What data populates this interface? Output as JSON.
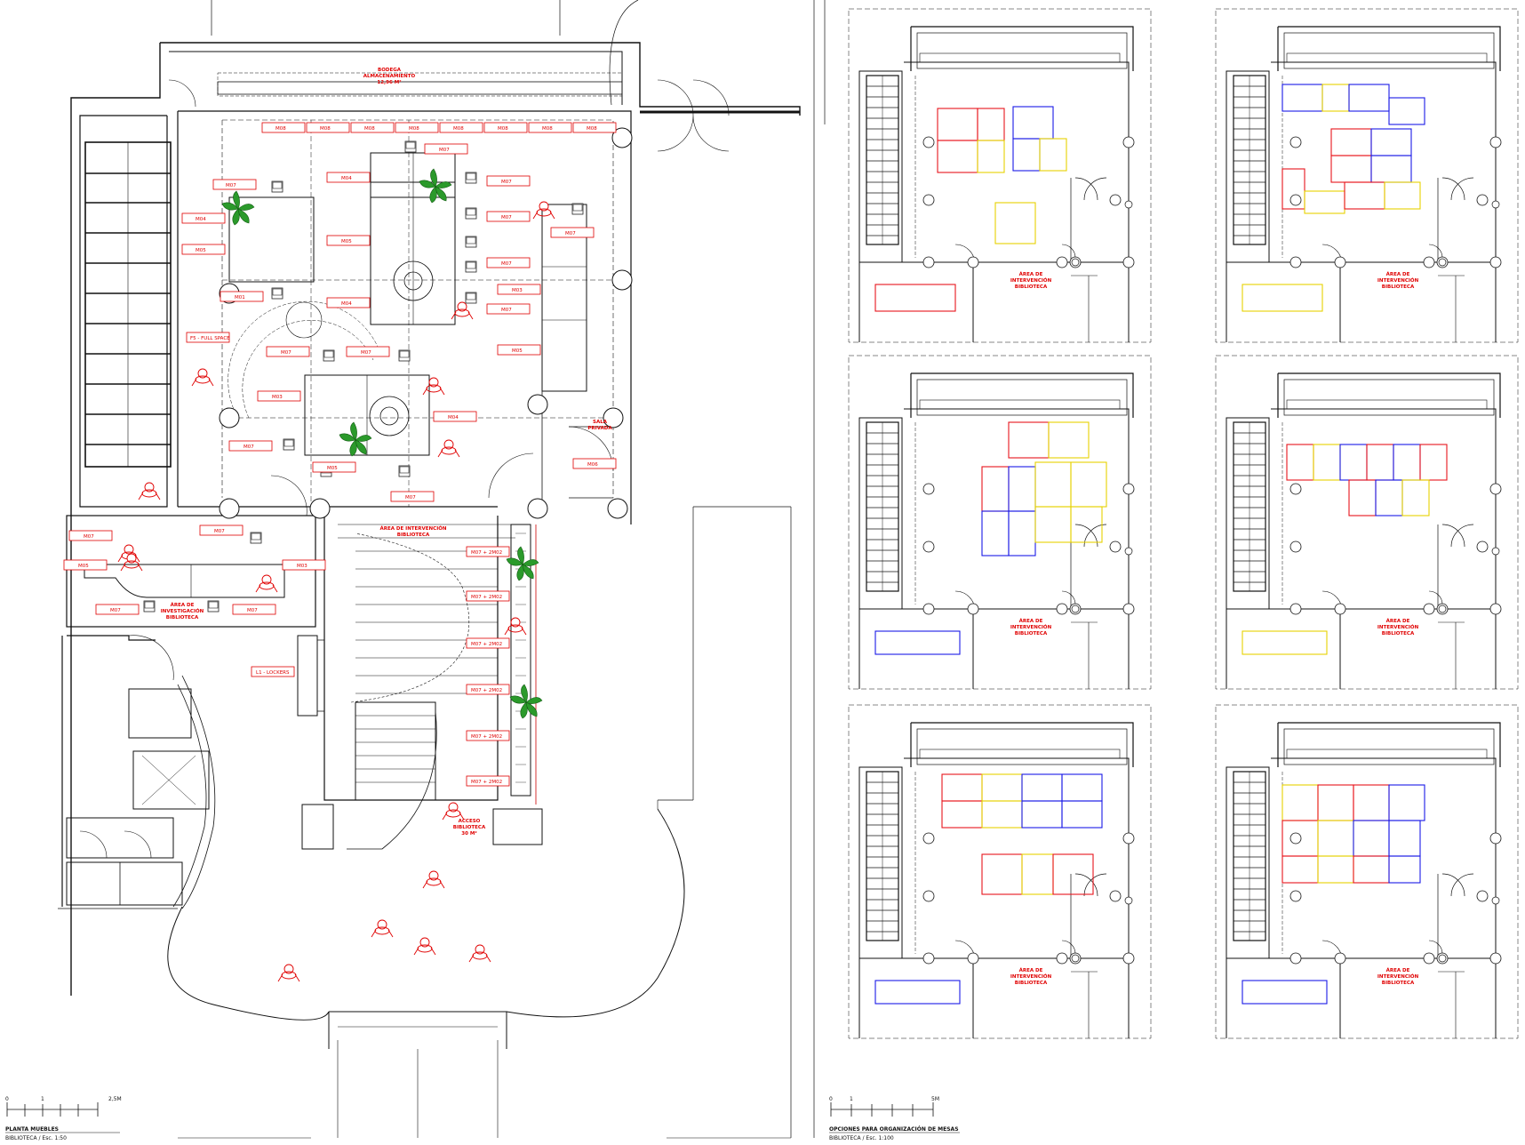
{
  "main_plan": {
    "rooms": {
      "storage": [
        "BODEGA",
        "ALMACENAMIENTO",
        "12,96 M²"
      ],
      "intervention": [
        "ÁREA DE INTERVENCIÓN",
        "BIBLIOTECA"
      ],
      "research": [
        "ÁREA DE",
        "INVESTIGACIÓN",
        "BIBLIOTECA"
      ],
      "private_room": [
        "SALA",
        "PRIVADA"
      ],
      "access": [
        "ACCESO",
        "BIBLIOTECA",
        "30 M²"
      ]
    },
    "furniture_tags": {
      "shelf_row": [
        "M08",
        "M08",
        "M08",
        "M08",
        "M08",
        "M08",
        "M08",
        "M08"
      ],
      "m07": "M07",
      "m04": "M04",
      "m05": "M05",
      "m06": "M06",
      "m03": "M03",
      "m01": "M01",
      "full_space": "F5 - FULL SPACE",
      "lockers": "L1 - LOCKERS",
      "m07_2m02": "M07 + 2M02"
    }
  },
  "left_caption": {
    "title": "PLANTA MUEBLES",
    "subtitle": "BIBLIOTECA / Esc. 1:50",
    "scale_start": "0",
    "scale_mid": "1",
    "scale_end": "2,5M"
  },
  "right_caption": {
    "title": "OPCIONES PARA ORGANIZACIÓN DE MESAS",
    "subtitle": "BIBLIOTECA / Esc. 1:100",
    "scale_start": "0",
    "scale_mid": "1",
    "scale_end": "5M"
  },
  "option_room_label": [
    "ÁREA DE",
    "INTERVENCIÓN",
    "BIBLIOTECA"
  ],
  "colors": {
    "line": "#111111",
    "tag_red": "#e00000",
    "desk_red": "#e8141c",
    "desk_blue": "#1a1ae6",
    "desk_yellow": "#e6d200",
    "plant_green": "#1f8a1f"
  }
}
